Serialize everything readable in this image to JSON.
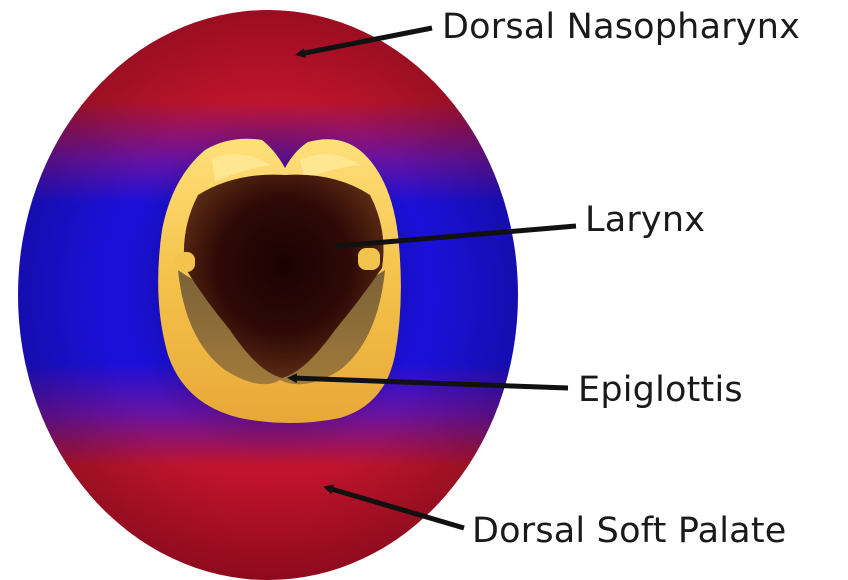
{
  "labels": {
    "dorsal_nasopharynx": "Dorsal Nasopharynx",
    "larynx": "Larynx",
    "epiglottis": "Epiglottis",
    "dorsal_soft_palate": "Dorsal Soft Palate"
  },
  "colors": {
    "region_red": "#c0102a",
    "region_blue": "#1a10d8",
    "cartilage_yellow": "#f5c84a",
    "lumen_dark": "#2a0806",
    "arrow": "#111111"
  }
}
